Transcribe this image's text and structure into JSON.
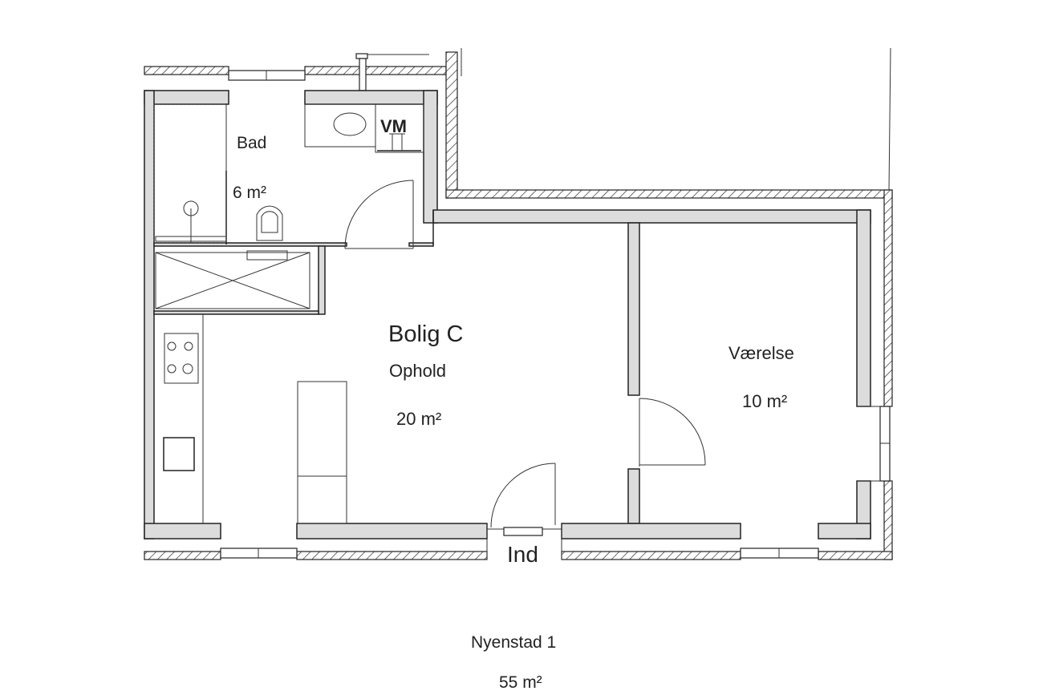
{
  "plan": {
    "unit_name": "Bolig C",
    "rooms": {
      "bath": {
        "name": "Bad",
        "area": "6 m²"
      },
      "living": {
        "name": "Ophold",
        "area": "20 m²"
      },
      "bedroom": {
        "name": "Værelse",
        "area": "10 m²"
      }
    },
    "washer_label": "VM",
    "entrance_label": "Ind"
  },
  "footer": {
    "address": "Nyenstad 1",
    "total_area": "55 m²"
  }
}
